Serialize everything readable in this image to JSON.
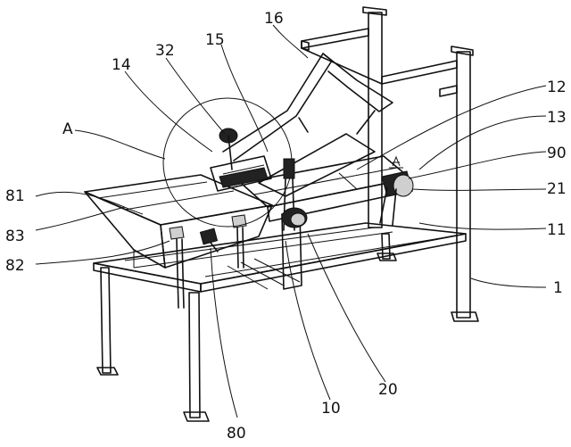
{
  "labels": {
    "l16": "16",
    "l15": "15",
    "l32": "32",
    "l14": "14",
    "l12": "12",
    "l13": "13",
    "lA": "A",
    "l90": "90",
    "l81": "81",
    "l21": "21",
    "l83": "83",
    "l11": "11",
    "l82": "82",
    "l1": "1",
    "l20": "20",
    "l10": "10",
    "l80": "80"
  }
}
